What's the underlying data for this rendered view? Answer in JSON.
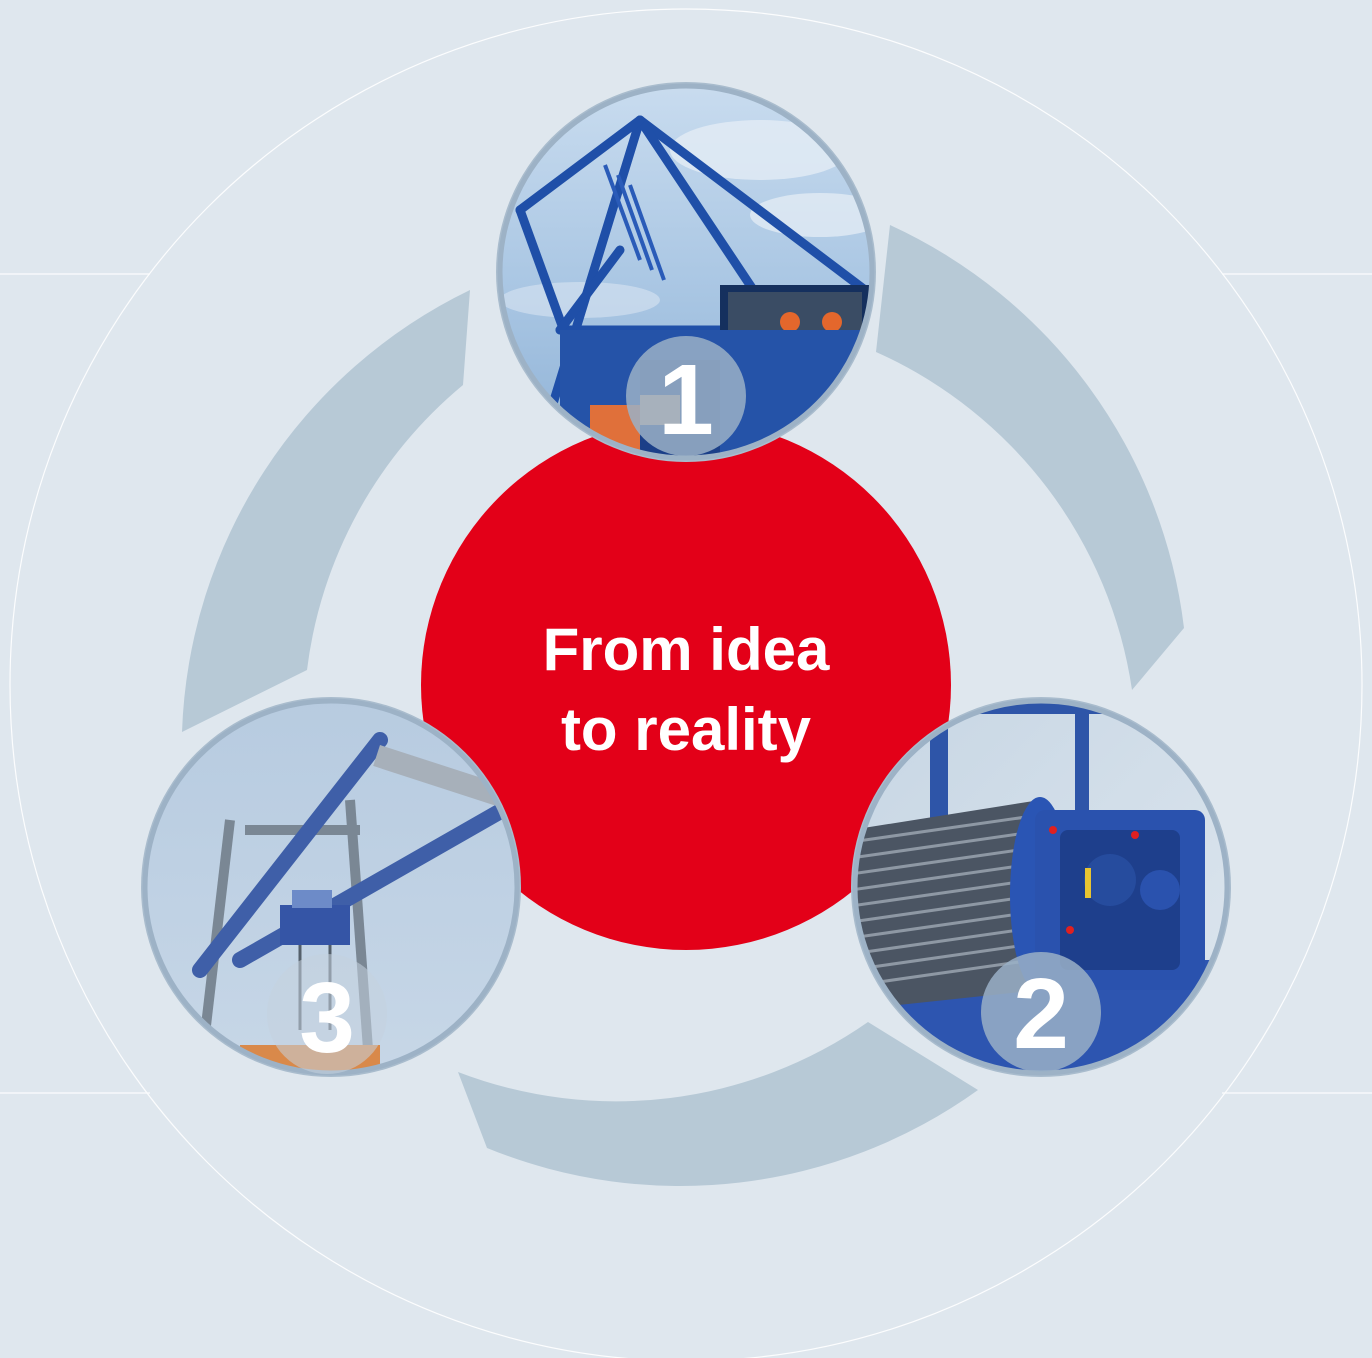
{
  "center": {
    "line1": "From idea",
    "line2": "to reality"
  },
  "steps": [
    {
      "number": "1",
      "photo": "harbour crane boom against sky"
    },
    {
      "number": "2",
      "photo": "blue rope winch drum with gearbox"
    },
    {
      "number": "3",
      "photo": "container gantry crane with trolley"
    }
  ],
  "colors": {
    "background": "#dfe7ee",
    "cycle_arrow": "#b7c9d6",
    "center_circle": "#e30018",
    "outer_lines": "#ffffff",
    "number_disc": "#9ab0c7"
  }
}
